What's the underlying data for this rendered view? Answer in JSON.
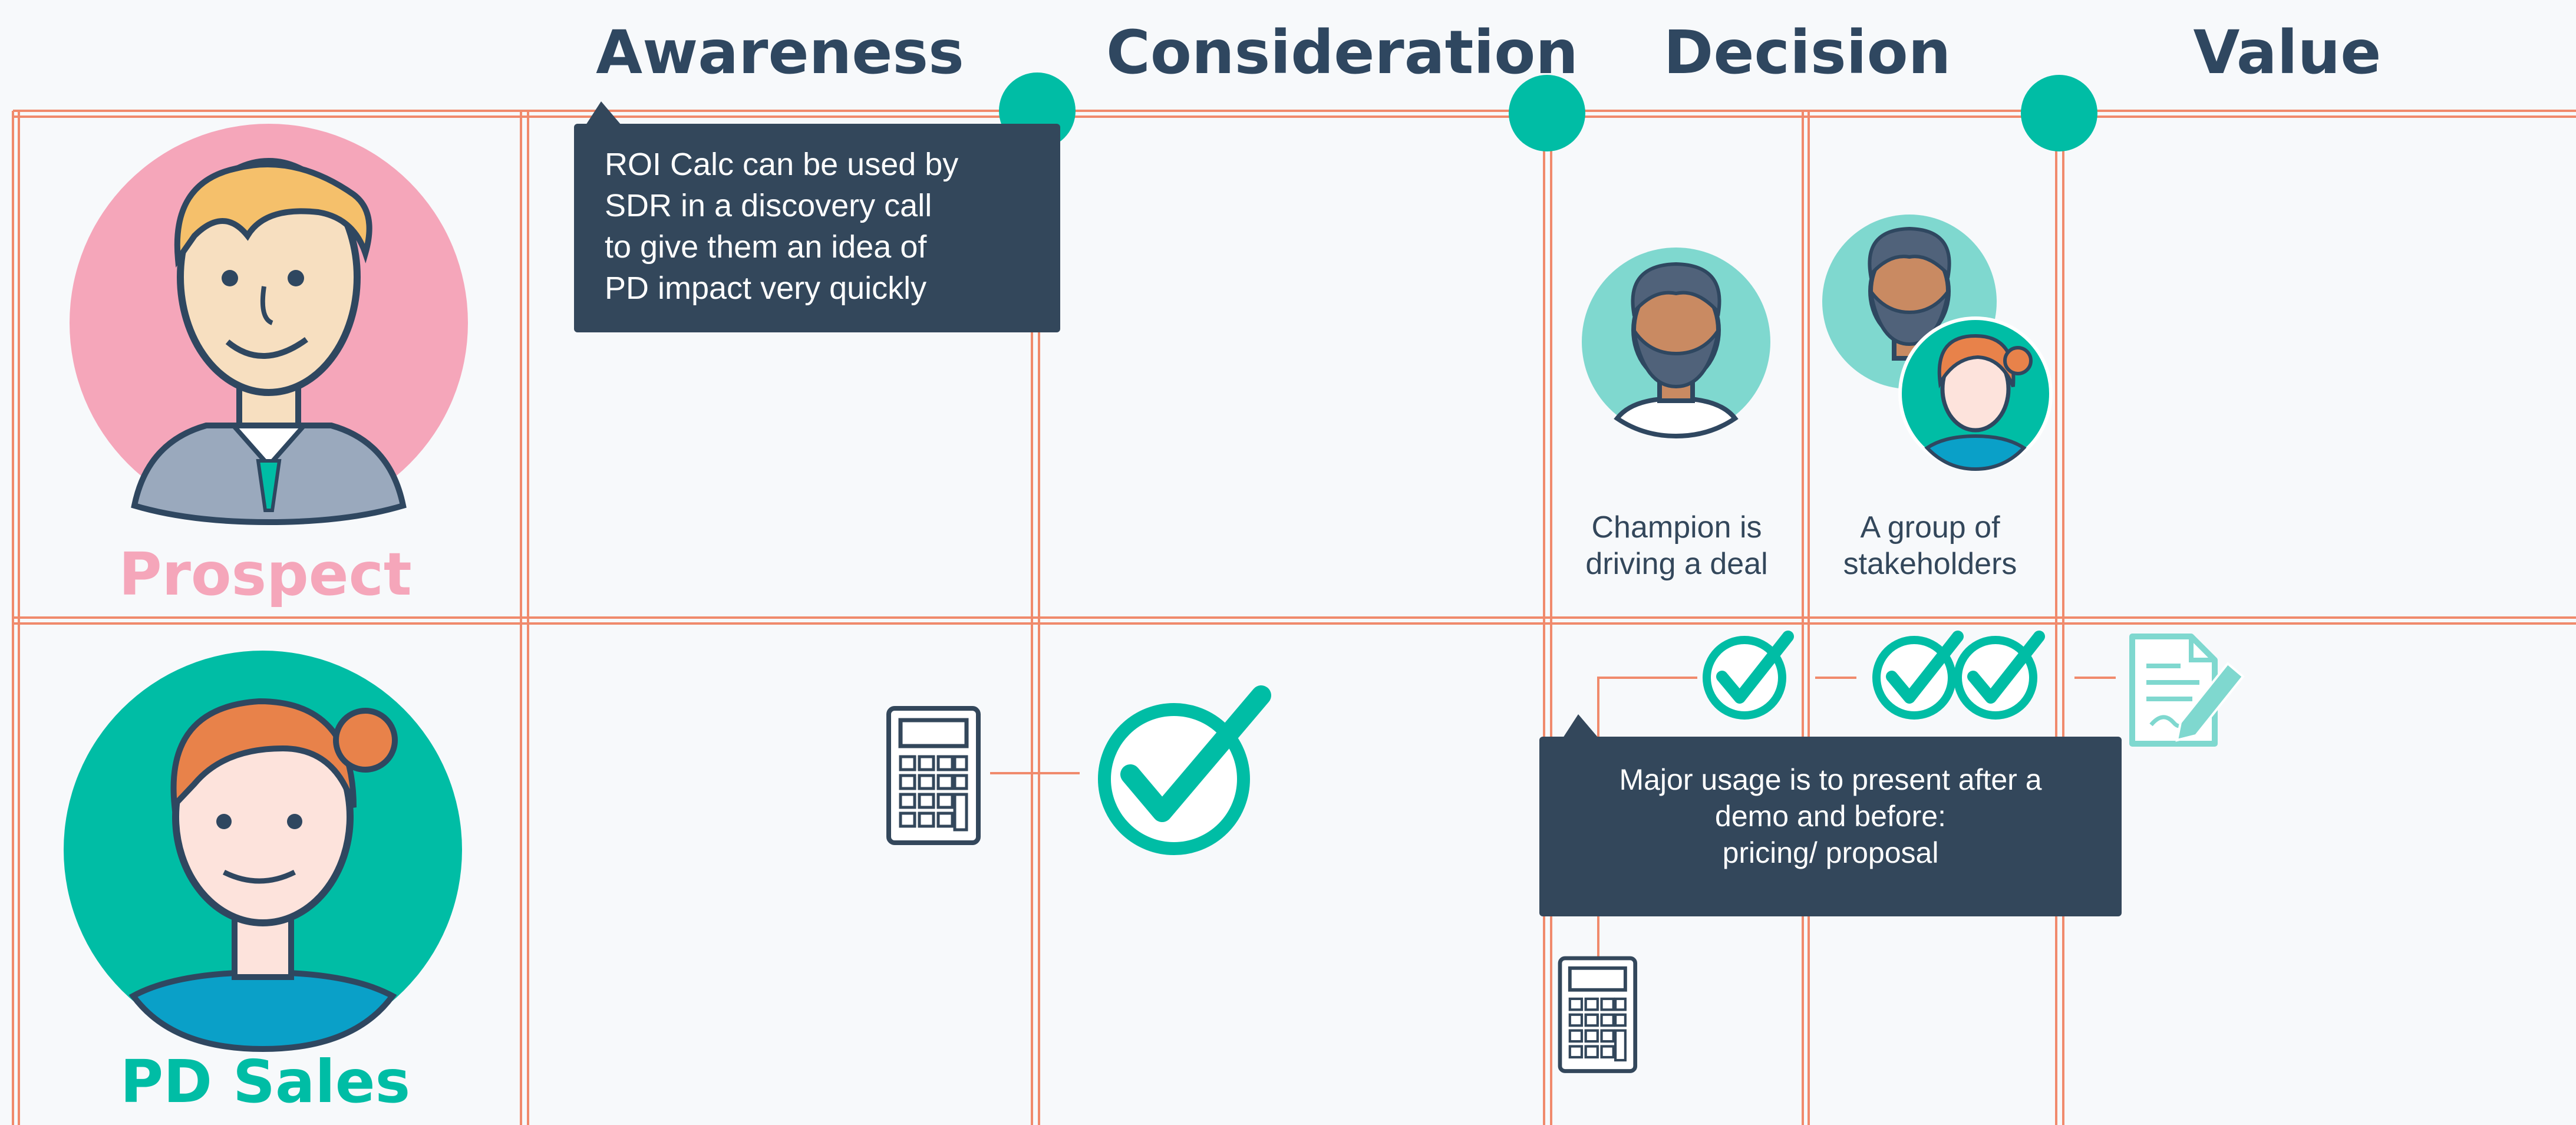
{
  "stages": [
    "Awareness",
    "Consideration",
    "Decision",
    "Value"
  ],
  "roles": {
    "prospect": {
      "label": "Prospect",
      "color": "#f5a6ba"
    },
    "sales": {
      "label": "PD Sales",
      "color": "#00bda5"
    }
  },
  "callouts": {
    "roi_calc": [
      "ROI Calc can be used by",
      "SDR in a discovery call",
      "to give them an idea of",
      "PD impact very quickly"
    ],
    "major_usage": [
      "Major usage is to present after a",
      "demo and before:",
      "pricing/ proposal"
    ]
  },
  "decision_captions": {
    "champion": [
      "Champion is",
      "driving a deal"
    ],
    "stakeholders": [
      "A group of",
      "stakeholders"
    ]
  },
  "icons": {
    "milestones": [
      "milestone-dot-icon",
      "milestone-dot-icon",
      "milestone-dot-icon"
    ],
    "tools": [
      "calculator-icon",
      "check-circle-icon",
      "contract-signature-icon"
    ],
    "people": [
      "prospect-avatar-icon",
      "sales-rep-avatar-icon",
      "bearded-man-icon",
      "woman-stakeholder-icon"
    ]
  },
  "colors": {
    "grid": "#f08a6c",
    "dark_navy": "#33475b",
    "teal": "#00bda5",
    "light_teal": "#7fd8cf",
    "pink": "#f5a6ba"
  }
}
